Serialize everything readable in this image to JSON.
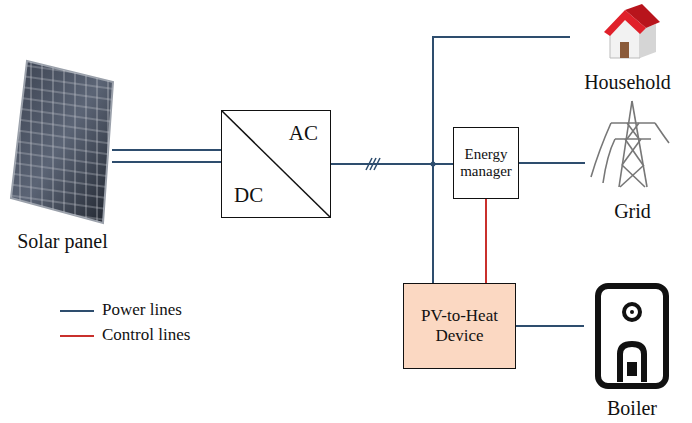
{
  "diagram": {
    "nodes": [
      {
        "text": [
          "Solar panel"
        ]
      },
      {
        "text": [
          "AC",
          "DC"
        ]
      },
      {
        "text": [
          "Household"
        ]
      },
      {
        "text": [
          "Energy manager"
        ]
      },
      {
        "text": [
          "Grid"
        ]
      },
      {
        "text": [
          "PV-to-Heat Device"
        ]
      },
      {
        "text": [
          "Boiler"
        ]
      }
    ],
    "edges": [
      {
        "from": 0,
        "to": 1,
        "arrow": "none"
      },
      {
        "from": 1,
        "to": 3,
        "arrow": "none"
      },
      {
        "from": 1,
        "to": 2,
        "arrow": "none"
      },
      {
        "from": 1,
        "to": 5,
        "arrow": "none"
      },
      {
        "from": 3,
        "to": 4,
        "arrow": "none"
      },
      {
        "from": 3,
        "to": 5,
        "arrow": "none"
      },
      {
        "from": 5,
        "to": 6,
        "arrow": "none"
      }
    ],
    "legend": [
      {
        "text": "Power lines"
      },
      {
        "text": "Control lines"
      }
    ]
  }
}
